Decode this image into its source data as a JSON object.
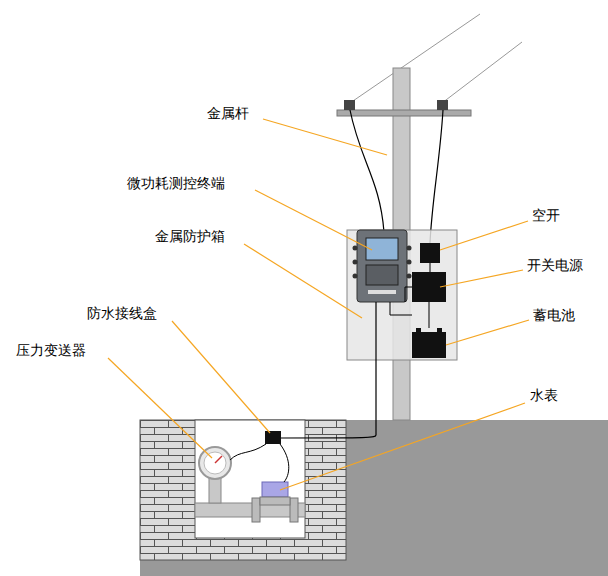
{
  "diagram": {
    "labels": [
      "金属杆",
      "微功耗测控终端",
      "金属防护箱",
      "防水接线盒",
      "压力变送器",
      "空开",
      "开关电源",
      "蓄电池",
      "水表"
    ]
  }
}
